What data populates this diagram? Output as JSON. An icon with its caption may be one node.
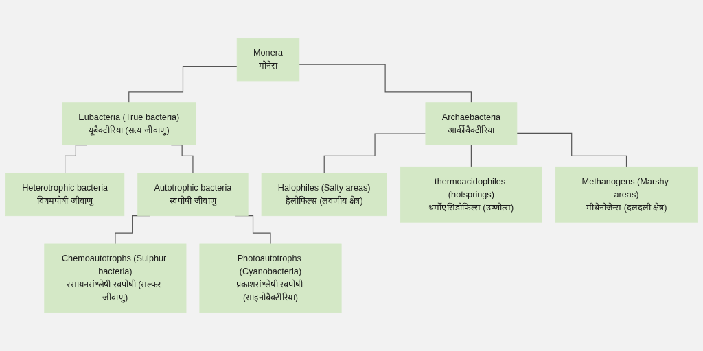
{
  "diagram": {
    "nodes": [
      {
        "text": [
          "Monera",
          "मोनेरा"
        ]
      },
      {
        "text": [
          "Eubacteria (True bacteria)",
          "यूबैक्टीरिया (सत्य जीवाणु)"
        ]
      },
      {
        "text": [
          "Archaebacteria",
          "आर्कीबैक्टीरिया"
        ]
      },
      {
        "text": [
          "Heterotrophic bacteria",
          "विषमपोषी जीवाणु"
        ]
      },
      {
        "text": [
          "Autotrophic bacteria",
          "स्वपोषी जीवाणु"
        ]
      },
      {
        "text": [
          "Chemoautotrophs (Sulphur bacteria)",
          "रसायनसंश्लेषी स्वपोषी (सल्फर जीवाणु)"
        ]
      },
      {
        "text": [
          "Photoautotrophs (Cyanobacteria)",
          "प्रकाशसंश्लेषी स्वपोषी (साइनोबैक्टीरिया)"
        ]
      },
      {
        "text": [
          "Halophiles (Salty areas)",
          "हैलोफिल्स (लवणीय क्षेत्र)"
        ]
      },
      {
        "text": [
          "thermoacidophiles (hotsprings)",
          "थर्मोएसिडोफिल्स (उष्णोत्स)"
        ]
      },
      {
        "text": [
          "Methanogens (Marshy areas)",
          "मीथेनोजेन्स (दलदली क्षेत्र)"
        ]
      }
    ],
    "edges": [
      {
        "from": 0,
        "to": 1,
        "arrow": "none"
      },
      {
        "from": 0,
        "to": 2,
        "arrow": "none"
      },
      {
        "from": 1,
        "to": 3,
        "arrow": "none"
      },
      {
        "from": 1,
        "to": 4,
        "arrow": "none"
      },
      {
        "from": 4,
        "to": 5,
        "arrow": "none"
      },
      {
        "from": 4,
        "to": 6,
        "arrow": "none"
      },
      {
        "from": 2,
        "to": 7,
        "arrow": "none"
      },
      {
        "from": 2,
        "to": 8,
        "arrow": "none"
      },
      {
        "from": 2,
        "to": 9,
        "arrow": "none"
      }
    ]
  }
}
